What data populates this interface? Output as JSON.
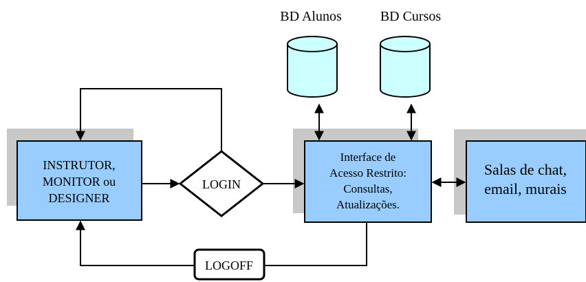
{
  "databases": {
    "alunos": {
      "label": "BD Alunos"
    },
    "cursos": {
      "label": "BD Cursos"
    }
  },
  "nodes": {
    "user": {
      "lines": [
        "INSTRUTOR,",
        "MONITOR ou",
        "DESIGNER"
      ]
    },
    "login": {
      "label": "LOGIN"
    },
    "interface": {
      "lines": [
        "Interface de",
        "Acesso Restrito:",
        "Consultas,",
        "Atualizações."
      ]
    },
    "chat": {
      "lines": [
        "Salas de chat,",
        "email, murais"
      ]
    },
    "logoff": {
      "label": "LOGOFF"
    }
  },
  "colors": {
    "box_fill": "#99ccff",
    "shadow": "#c8c8c8",
    "db_fill": "#ccffff",
    "line": "#000000"
  }
}
